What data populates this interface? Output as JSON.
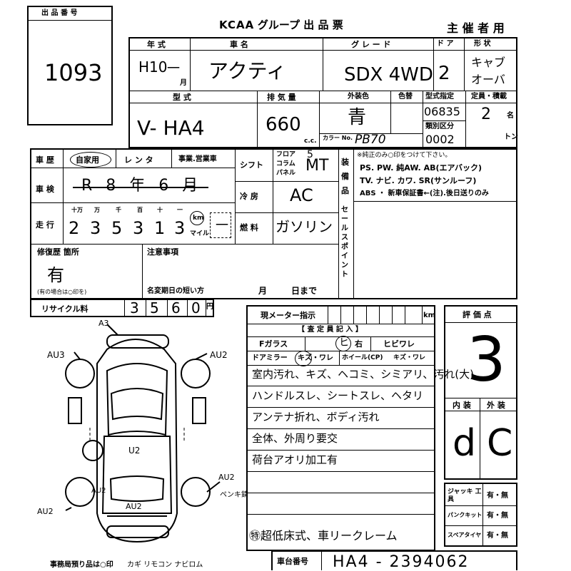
{
  "lot": {
    "label": "出 品 番 号",
    "number": "1093"
  },
  "header": {
    "brand": "KCAA",
    "title": ". グループ 出 品 票",
    "organizer": "主 催 者 用"
  },
  "row1": {
    "year_label": "年 式",
    "model_name_label": "車 名",
    "grade_label": "グ レ ー ド",
    "doors_label": "ド ア",
    "shape_label": "形 状",
    "year": "H10",
    "year_month": "一",
    "year_unit": "月",
    "car_name": "アクティ",
    "grade": "SDX 4WD",
    "doors": "2",
    "shape1": "キャブ",
    "shape2": "オーバ"
  },
  "row2": {
    "type_label": "型 式",
    "displacement_label": "排 気 量",
    "exterior_label": "外装色",
    "color_swap_label": "色替",
    "type_spec_label": "型式指定",
    "capacity_label": "定員・積載",
    "class_label": "類別区分",
    "color_no_label": "カラー No.",
    "cc_unit": "c.c.",
    "person_unit": "名",
    "ton_unit": "トン",
    "model_code": "V- HA4",
    "displacement": "660",
    "exterior_color": "青",
    "color_code": "PB70",
    "type_spec": "06835",
    "capacity": "2",
    "class_code": "0002"
  },
  "history": {
    "label": "車 歴",
    "options": [
      "自家用",
      "レ ン タ",
      "事業.営業車"
    ],
    "selected": "自家用"
  },
  "inspection": {
    "label": "車 検",
    "value": "R 8 年 6 月"
  },
  "mileage": {
    "label": "走 行",
    "digit_labels": [
      "十万",
      "万",
      "千",
      "百",
      "十",
      "一"
    ],
    "digits": [
      "2",
      "3",
      "5",
      "3",
      "1",
      "3"
    ],
    "unit_km": "km",
    "unit_mile": "マイル",
    "unit_value": "一"
  },
  "specs": {
    "shift_label": "シフト",
    "shift_options": [
      "フロア",
      "コラム",
      "パネル"
    ],
    "shift_mark": "5",
    "shift_value": "MT",
    "ac_label": "冷 房",
    "ac_value": "AC",
    "fuel_label": "燃 料",
    "fuel_value": "ガソリン"
  },
  "equipment": {
    "side_label": "装 備 品",
    "note": "※純正のみ○印をつけて下さい。",
    "lines": [
      "PS. PW. 純AW. AB(エアバック)",
      "TV. ナビ. カワ. SR(サンルーフ)",
      "ABS ・ 新車保証書←(注).後日送りのみ"
    ]
  },
  "sales_point_label": "セ ー ル ス ポ イ ン ト",
  "repair": {
    "label": "修復歴 箇所",
    "value": "有",
    "note": "(有の場合は○印を)"
  },
  "notes": {
    "label": "注意事項",
    "deadline_label": "名変期日の短い方",
    "month_unit": "月",
    "day_unit": "日まで"
  },
  "recycle": {
    "label": "リサイクル料",
    "digits": [
      "3",
      "5",
      "6",
      "0"
    ],
    "unit": "円"
  },
  "meter": {
    "label": "現メーター指示",
    "unit": "km"
  },
  "inspector": {
    "title": "【 査 定 員 記 入 】",
    "fglass_label": "Fガラス",
    "fglass_value": "ヒ",
    "fglass_side": "右",
    "crack_label": "ヒビワレ",
    "mirror_label": "ドアミラー",
    "mirror_value": "キズ・ワレ",
    "wheel_label": "ホイール(CP)",
    "wheel_value": "キズ・ワレ",
    "comments": [
      "室内汚れ、キズ、ヘコミ、シミアリ、汚れ(大)",
      "ハンドルスレ、シートスレ、ヘタリ",
      "アンテナ折れ、ボディ汚れ",
      "全体、外周り要交",
      "荷台アオリ加工有"
    ],
    "footer_comment": "㊕超低床式、車リークレーム"
  },
  "rating": {
    "label": "評 価 点",
    "value": "3",
    "interior_label": "内 装",
    "exterior_label": "外 装",
    "interior": "d",
    "exterior": "C"
  },
  "tools": [
    {
      "label": "ジャッキ 工 具",
      "value": "有・無"
    },
    {
      "label": "パンクキット",
      "value": "有・無"
    },
    {
      "label": "スペアタイヤ",
      "value": "有・無"
    }
  ],
  "diagram": {
    "marks": [
      "A3",
      "AU3",
      "AU2",
      "U2",
      "AU2",
      "AU2",
      "AU2",
      "AU2",
      "ペンキ錆"
    ]
  },
  "footer": {
    "office_label": "事務局預り品は○印",
    "items": "カギ リモコン ナビロム",
    "chassis_label": "車台番号",
    "chassis_number": "HA4 - 2394062"
  }
}
